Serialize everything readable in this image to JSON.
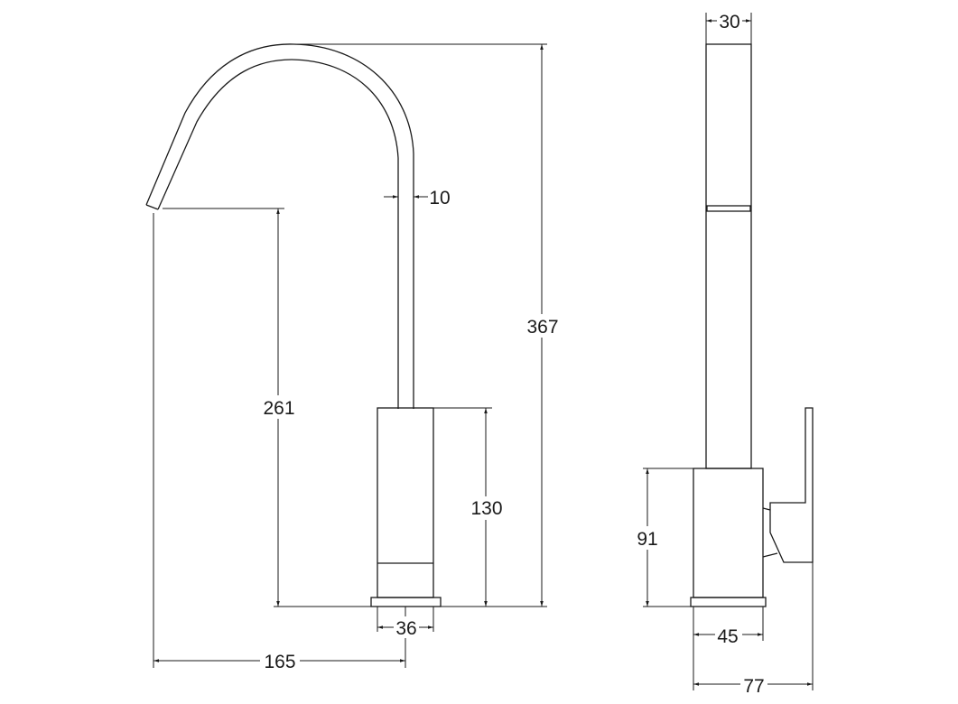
{
  "drawing": {
    "title": "Faucet technical drawing",
    "views": [
      {
        "name": "front-view"
      },
      {
        "name": "side-view"
      }
    ],
    "units": "mm",
    "colors": {
      "line": "#1a1a1a",
      "background": "#ffffff"
    }
  },
  "dimensions": {
    "spout_tube_diameter": "10",
    "total_height": "367",
    "spout_outlet_height": "261",
    "body_height": "130",
    "body_width_front": "36",
    "spout_reach": "165",
    "side_tube_width": "30",
    "side_body_height": "91",
    "side_base_width": "45",
    "side_total_depth": "77"
  }
}
